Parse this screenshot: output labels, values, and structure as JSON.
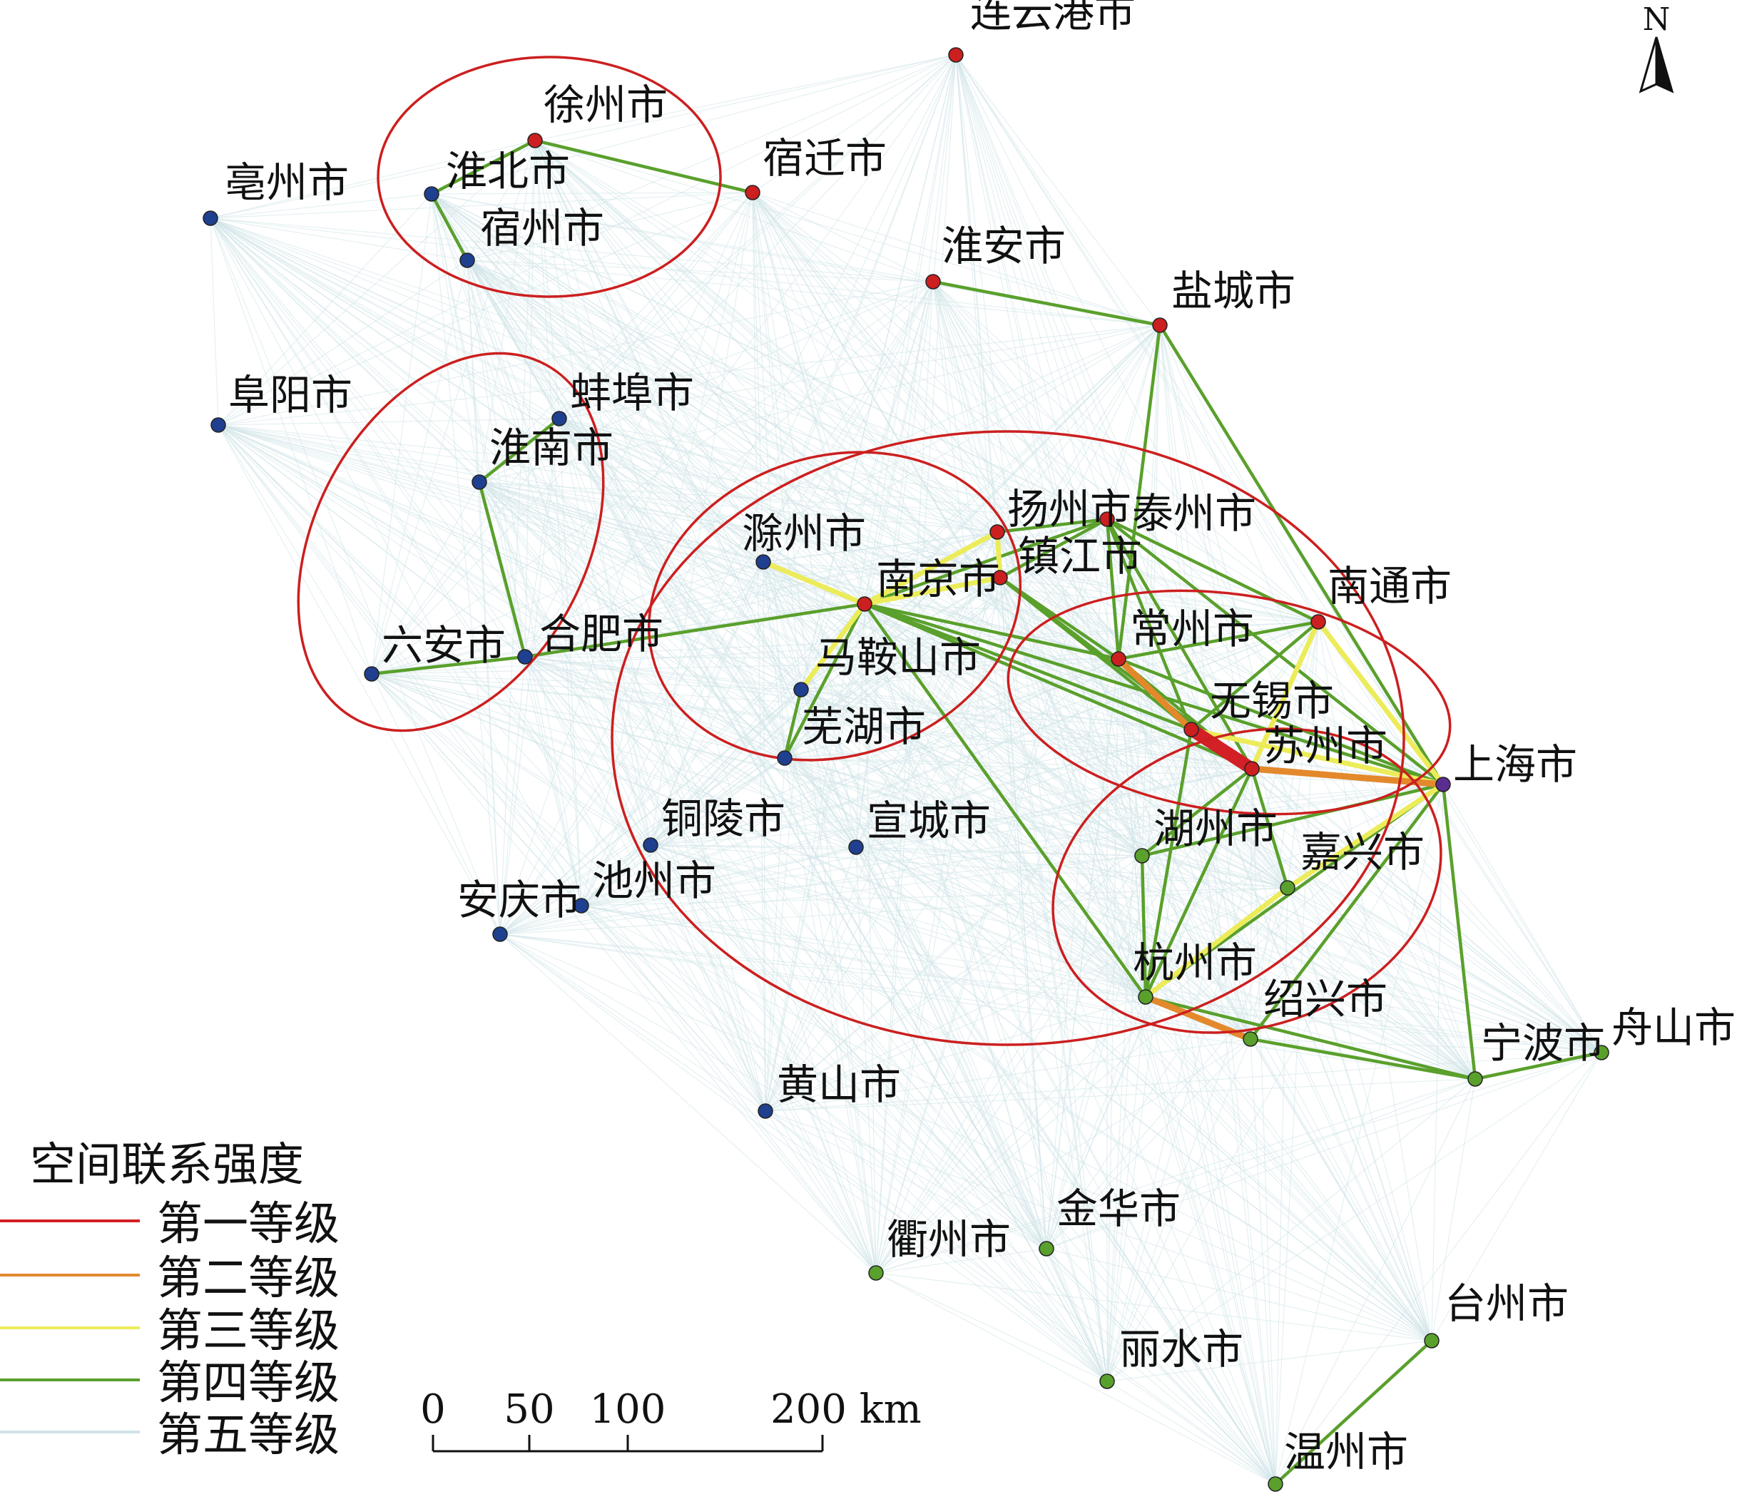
{
  "colors": {
    "tier1": "#d31f26",
    "tier2": "#e3892c",
    "tier3": "#ecec5a",
    "tier4": "#5aa02c",
    "tier5": "#cfe3e8",
    "node_red": "#cc1f1f",
    "node_blue": "#1f3f8f",
    "node_green": "#5aa02c",
    "ellipse": "#cc1f1f"
  },
  "legend": {
    "title": "空间联系强度",
    "items": [
      {
        "label": "第一等级",
        "color": "#d31f26"
      },
      {
        "label": "第二等级",
        "color": "#e3892c"
      },
      {
        "label": "第三等级",
        "color": "#ecec5a"
      },
      {
        "label": "第四等级",
        "color": "#5aa02c"
      },
      {
        "label": "第五等级",
        "color": "#cfe3e8"
      }
    ]
  },
  "scale_bar": {
    "tick_labels": [
      "0",
      "50",
      "100",
      "200 km"
    ]
  },
  "north_arrow": {
    "label": "N"
  },
  "cities": [
    {
      "id": "lianyungang",
      "name": "连云港市",
      "group": "red"
    },
    {
      "id": "xuzhou",
      "name": "徐州市",
      "group": "red"
    },
    {
      "id": "suqian",
      "name": "宿迁市",
      "group": "red"
    },
    {
      "id": "huaibei",
      "name": "淮北市",
      "group": "blue"
    },
    {
      "id": "suzhou_ah",
      "name": "宿州市",
      "group": "blue"
    },
    {
      "id": "bozhou",
      "name": "亳州市",
      "group": "blue"
    },
    {
      "id": "huaian",
      "name": "淮安市",
      "group": "red"
    },
    {
      "id": "yancheng",
      "name": "盐城市",
      "group": "red"
    },
    {
      "id": "fuyang",
      "name": "阜阳市",
      "group": "blue"
    },
    {
      "id": "bengbu",
      "name": "蚌埠市",
      "group": "blue"
    },
    {
      "id": "huainan",
      "name": "淮南市",
      "group": "blue"
    },
    {
      "id": "yangzhou",
      "name": "扬州市",
      "group": "red"
    },
    {
      "id": "taizhou_js",
      "name": "泰州市",
      "group": "red"
    },
    {
      "id": "zhenjiang",
      "name": "镇江市",
      "group": "red"
    },
    {
      "id": "chuzhou",
      "name": "滁州市",
      "group": "blue"
    },
    {
      "id": "nanjing",
      "name": "南京市",
      "group": "red"
    },
    {
      "id": "nantong",
      "name": "南通市",
      "group": "red"
    },
    {
      "id": "changzhou",
      "name": "常州市",
      "group": "red"
    },
    {
      "id": "liuan",
      "name": "六安市",
      "group": "blue"
    },
    {
      "id": "hefei",
      "name": "合肥市",
      "group": "blue"
    },
    {
      "id": "maanshan",
      "name": "马鞍山市",
      "group": "blue"
    },
    {
      "id": "wuxi",
      "name": "无锡市",
      "group": "red"
    },
    {
      "id": "suzhou_js",
      "name": "苏州市",
      "group": "red"
    },
    {
      "id": "wuhu",
      "name": "芜湖市",
      "group": "blue"
    },
    {
      "id": "shanghai",
      "name": "上海市",
      "group": "purple"
    },
    {
      "id": "tongling",
      "name": "铜陵市",
      "group": "blue"
    },
    {
      "id": "xuancheng",
      "name": "宣城市",
      "group": "blue"
    },
    {
      "id": "huzhou",
      "name": "湖州市",
      "group": "green"
    },
    {
      "id": "jiaxing",
      "name": "嘉兴市",
      "group": "green"
    },
    {
      "id": "chizhou",
      "name": "池州市",
      "group": "blue"
    },
    {
      "id": "anqing",
      "name": "安庆市",
      "group": "blue"
    },
    {
      "id": "hangzhou",
      "name": "杭州市",
      "group": "green"
    },
    {
      "id": "shaoxing",
      "name": "绍兴市",
      "group": "green"
    },
    {
      "id": "zhoushan",
      "name": "舟山市",
      "group": "green"
    },
    {
      "id": "ningbo",
      "name": "宁波市",
      "group": "green"
    },
    {
      "id": "huangshan",
      "name": "黄山市",
      "group": "blue"
    },
    {
      "id": "quzhou",
      "name": "衢州市",
      "group": "green"
    },
    {
      "id": "jinhua",
      "name": "金华市",
      "group": "green"
    },
    {
      "id": "taizhou_zj",
      "name": "台州市",
      "group": "green"
    },
    {
      "id": "lishui",
      "name": "丽水市",
      "group": "green"
    },
    {
      "id": "wenzhou",
      "name": "温州市",
      "group": "green"
    }
  ],
  "links": [
    {
      "from": "wuxi",
      "to": "suzhou_js",
      "tier": 1
    },
    {
      "from": "changzhou",
      "to": "wuxi",
      "tier": 2
    },
    {
      "from": "suzhou_js",
      "to": "shanghai",
      "tier": 2
    },
    {
      "from": "hangzhou",
      "to": "shaoxing",
      "tier": 2
    },
    {
      "from": "nanjing",
      "to": "zhenjiang",
      "tier": 3
    },
    {
      "from": "nanjing",
      "to": "chuzhou",
      "tier": 3
    },
    {
      "from": "nanjing",
      "to": "maanshan",
      "tier": 3
    },
    {
      "from": "nanjing",
      "to": "yangzhou",
      "tier": 3
    },
    {
      "from": "yangzhou",
      "to": "zhenjiang",
      "tier": 3
    },
    {
      "from": "nantong",
      "to": "shanghai",
      "tier": 3
    },
    {
      "from": "nantong",
      "to": "suzhou_js",
      "tier": 3
    },
    {
      "from": "jiaxing",
      "to": "shanghai",
      "tier": 3
    },
    {
      "from": "hangzhou",
      "to": "jiaxing",
      "tier": 3
    },
    {
      "from": "wuxi",
      "to": "shanghai",
      "tier": 3
    },
    {
      "from": "xuzhou",
      "to": "huaibei",
      "tier": 4
    },
    {
      "from": "xuzhou",
      "to": "suqian",
      "tier": 4
    },
    {
      "from": "huaibei",
      "to": "suzhou_ah",
      "tier": 4
    },
    {
      "from": "huaian",
      "to": "yancheng",
      "tier": 4
    },
    {
      "from": "yancheng",
      "to": "changzhou",
      "tier": 4
    },
    {
      "from": "yancheng",
      "to": "shanghai",
      "tier": 4
    },
    {
      "from": "bengbu",
      "to": "huainan",
      "tier": 4
    },
    {
      "from": "huainan",
      "to": "hefei",
      "tier": 4
    },
    {
      "from": "liuan",
      "to": "hefei",
      "tier": 4
    },
    {
      "from": "hefei",
      "to": "nanjing",
      "tier": 4
    },
    {
      "from": "maanshan",
      "to": "wuhu",
      "tier": 4
    },
    {
      "from": "nanjing",
      "to": "wuhu",
      "tier": 4
    },
    {
      "from": "nanjing",
      "to": "changzhou",
      "tier": 4
    },
    {
      "from": "nanjing",
      "to": "wuxi",
      "tier": 4
    },
    {
      "from": "nanjing",
      "to": "suzhou_js",
      "tier": 4
    },
    {
      "from": "nanjing",
      "to": "shanghai",
      "tier": 4
    },
    {
      "from": "nanjing",
      "to": "hangzhou",
      "tier": 4
    },
    {
      "from": "yangzhou",
      "to": "taizhou_js",
      "tier": 4
    },
    {
      "from": "zhenjiang",
      "to": "taizhou_js",
      "tier": 4
    },
    {
      "from": "zhenjiang",
      "to": "changzhou",
      "tier": 4
    },
    {
      "from": "zhenjiang",
      "to": "wuxi",
      "tier": 4
    },
    {
      "from": "zhenjiang",
      "to": "suzhou_js",
      "tier": 4
    },
    {
      "from": "taizhou_js",
      "to": "changzhou",
      "tier": 4
    },
    {
      "from": "taizhou_js",
      "to": "wuxi",
      "tier": 4
    },
    {
      "from": "taizhou_js",
      "to": "suzhou_js",
      "tier": 4
    },
    {
      "from": "taizhou_js",
      "to": "nantong",
      "tier": 4
    },
    {
      "from": "taizhou_js",
      "to": "shanghai",
      "tier": 4
    },
    {
      "from": "nantong",
      "to": "changzhou",
      "tier": 4
    },
    {
      "from": "nantong",
      "to": "wuxi",
      "tier": 4
    },
    {
      "from": "changzhou",
      "to": "suzhou_js",
      "tier": 4
    },
    {
      "from": "changzhou",
      "to": "shanghai",
      "tier": 4
    },
    {
      "from": "suzhou_js",
      "to": "huzhou",
      "tier": 4
    },
    {
      "from": "suzhou_js",
      "to": "jiaxing",
      "tier": 4
    },
    {
      "from": "suzhou_js",
      "to": "hangzhou",
      "tier": 4
    },
    {
      "from": "wuxi",
      "to": "hangzhou",
      "tier": 4
    },
    {
      "from": "huzhou",
      "to": "hangzhou",
      "tier": 4
    },
    {
      "from": "huzhou",
      "to": "shanghai",
      "tier": 4
    },
    {
      "from": "hangzhou",
      "to": "shanghai",
      "tier": 4
    },
    {
      "from": "shaoxing",
      "to": "shanghai",
      "tier": 4
    },
    {
      "from": "shaoxing",
      "to": "ningbo",
      "tier": 4
    },
    {
      "from": "hangzhou",
      "to": "ningbo",
      "tier": 4
    },
    {
      "from": "ningbo",
      "to": "shanghai",
      "tier": 4
    },
    {
      "from": "ningbo",
      "to": "zhoushan",
      "tier": 4
    },
    {
      "from": "taizhou_zj",
      "to": "wenzhou",
      "tier": 4
    },
    {
      "from": "jiaxing",
      "to": "hangzhou",
      "tier": 4
    },
    {
      "from": "nanjing",
      "to": "taizhou_js",
      "tier": 4
    }
  ]
}
